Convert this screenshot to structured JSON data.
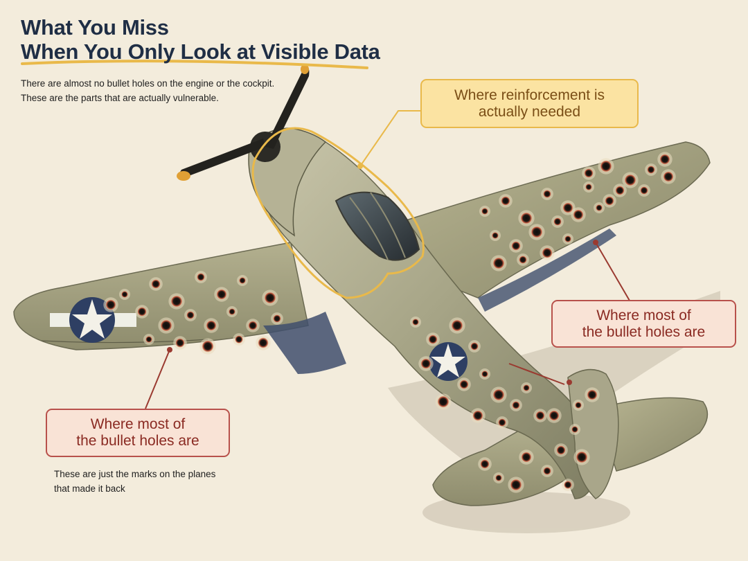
{
  "title": {
    "line1": "What You Miss",
    "line2": "When You Only Look at Visible Data"
  },
  "subtitle": {
    "line1": "There are almost no bullet holes on the engine or the cockpit.",
    "line2": "These are the parts that are actually vulnerable."
  },
  "callouts": {
    "reinforcement": {
      "line1": "Where reinforcement is",
      "line2": "actually needed"
    },
    "holes_right": {
      "line1": "Where most of",
      "line2": "the bullet holes are"
    },
    "holes_left": {
      "line1": "Where most of",
      "line2": "the bullet holes are"
    }
  },
  "note": {
    "line1": "These are just the marks on the planes",
    "line2": "that made it back"
  },
  "colors": {
    "background": "#f3ecdc",
    "title": "#1f2e45",
    "highlight": "#e9b94a",
    "bullet_hole_callout": "#b8514b",
    "airframe": "#9c9b7c"
  },
  "illustration": {
    "subject": "single-engine propeller aircraft, top view",
    "icons": [
      "propeller-icon",
      "star-roundel-icon",
      "bullet-hole-icon"
    ]
  }
}
